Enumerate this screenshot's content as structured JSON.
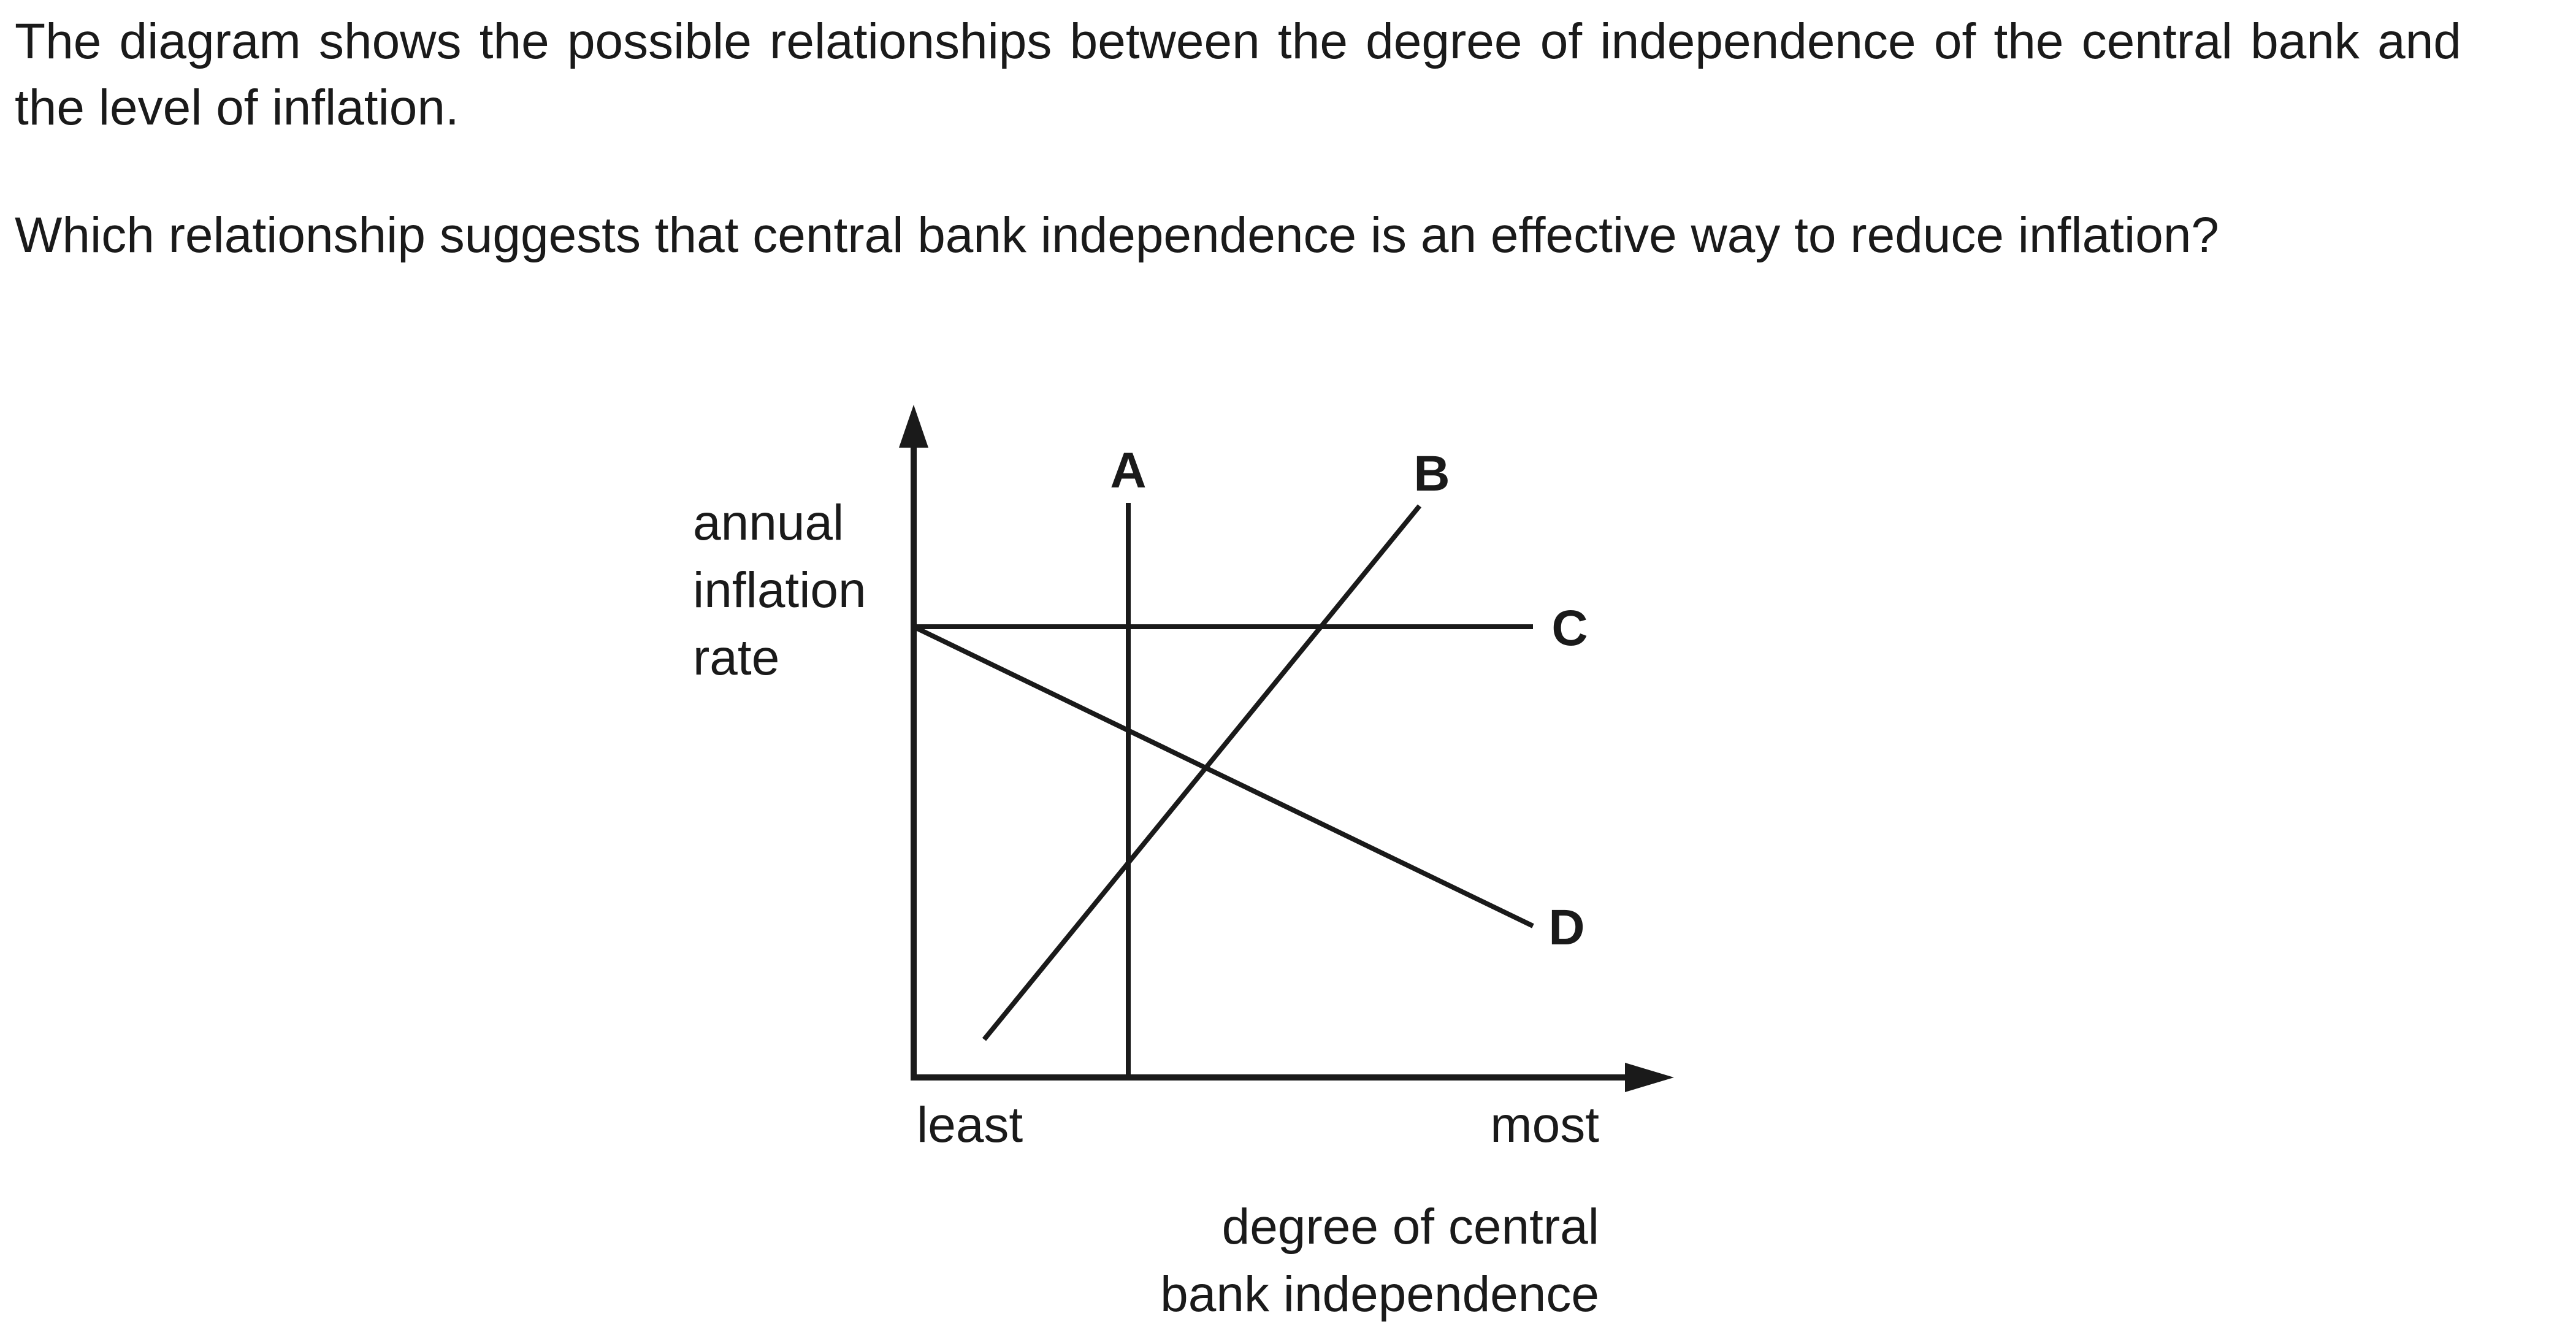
{
  "question": {
    "intro": "The diagram shows the possible relationships between the degree of independence of the central bank and the level of inflation.",
    "ask": "Which relationship suggests that central bank independence is an effective way to reduce inflation?"
  },
  "diagram": {
    "y_axis_label": [
      "annual",
      "inflation",
      "rate"
    ],
    "x_axis_label": [
      "degree of central",
      "bank independence"
    ],
    "x_axis_ends": {
      "left": "least",
      "right": "most"
    },
    "lines": {
      "a": "A",
      "b": "B",
      "c": "C",
      "d": "D"
    },
    "colors": {
      "ink": "#1a1a1a",
      "background": "#ffffff"
    }
  }
}
